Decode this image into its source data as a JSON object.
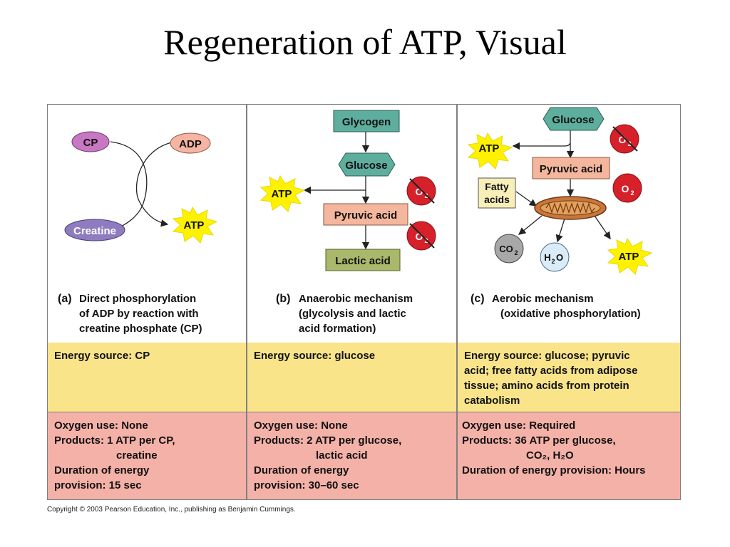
{
  "title": "Regeneration of ATP, Visual",
  "panels": [
    {
      "diagram": {
        "cp": "CP",
        "adp": "ADP",
        "creatine": "Creatine",
        "atp": "ATP"
      },
      "caption": {
        "label": "(a)",
        "lines": [
          "Direct phosphorylation",
          "of ADP by reaction with",
          "creatine phosphate (CP)"
        ]
      },
      "energy_source": [
        "Energy source: CP"
      ],
      "info": [
        "Oxygen use: None",
        "Products: 1 ATP per CP,",
        "creatine",
        "Duration of energy",
        "provision: 15 sec"
      ]
    },
    {
      "diagram": {
        "glycogen": "Glycogen",
        "glucose": "Glucose",
        "pyruvic": "Pyruvic acid",
        "lactic": "Lactic acid",
        "atp": "ATP",
        "o2": "O"
      },
      "caption": {
        "label": "(b)",
        "lines": [
          "Anaerobic mechanism",
          "(glycolysis and lactic",
          "acid formation)"
        ]
      },
      "energy_source": [
        "Energy source: glucose"
      ],
      "info": [
        "Oxygen use: None",
        "Products: 2 ATP per glucose,",
        "lactic acid",
        "Duration of energy",
        "provision: 30–60 sec"
      ]
    },
    {
      "diagram": {
        "glucose": "Glucose",
        "pyruvic": "Pyruvic acid",
        "fatty": [
          "Fatty",
          "acids"
        ],
        "atp": "ATP",
        "o2": "O",
        "co2": "CO",
        "h2o_h": "H",
        "h2o_o": "O"
      },
      "caption": {
        "label": "(c)",
        "lines": [
          "Aerobic mechanism",
          "(oxidative phosphorylation)"
        ]
      },
      "energy_source": [
        "Energy source: glucose; pyruvic",
        "acid; free fatty acids from adipose",
        "tissue; amino acids from protein",
        "catabolism"
      ],
      "info": [
        "Oxygen use: Required",
        "Products: 36 ATP per glucose,",
        "CO₂, H₂O",
        "Duration of energy provision: Hours"
      ]
    }
  ],
  "copyright": "Copyright © 2003 Pearson Education, Inc., publishing as Benjamin Cummings.",
  "colors": {
    "teal": "#5eae9e",
    "salmon": "#f4b69c",
    "olive": "#a9b86a",
    "purple": "#c877c2",
    "violet": "#8e7bc0",
    "adp": "#f5b5a2",
    "yellow_cell": "#f9e48a",
    "pink_cell": "#f4b1a8",
    "o2_red": "#d6202a",
    "starburst": "#fff200"
  }
}
